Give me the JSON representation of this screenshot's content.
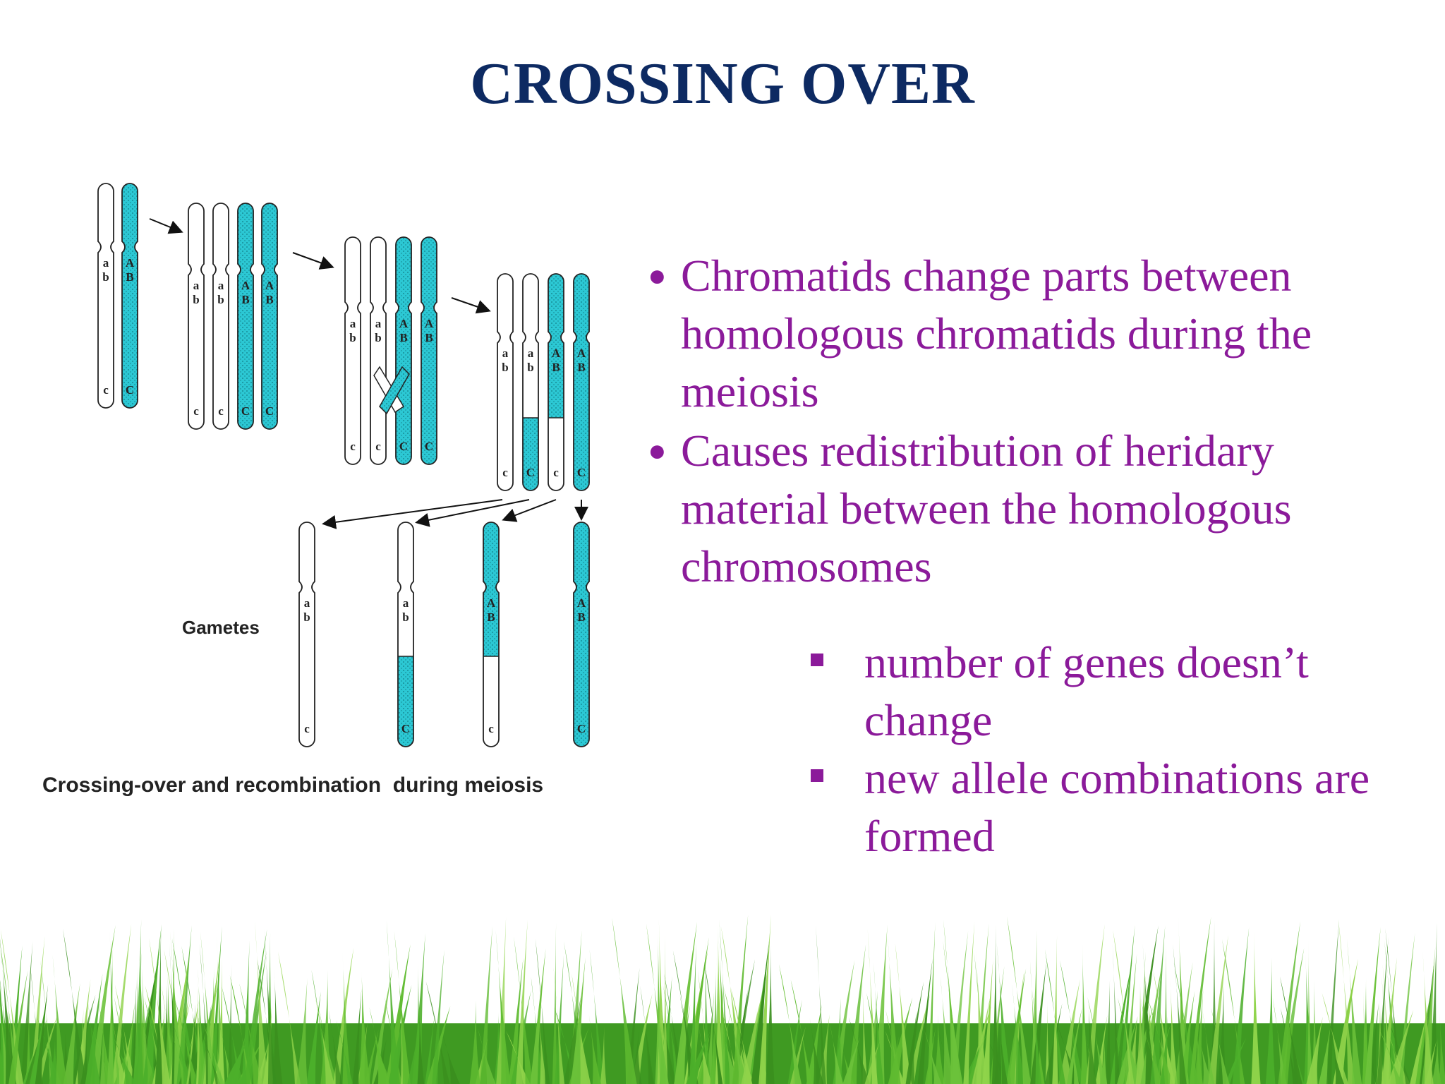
{
  "slide": {
    "title": "CROSSING OVER",
    "bullets": [
      "Chromatids change parts  between homologous chromatids  during the meiosis",
      "Causes redistribution of heridary material between the homologous chromosomes"
    ],
    "sub_bullets": [
      "number of genes doesn’t change",
      "new allele combinations are formed"
    ]
  },
  "diagram": {
    "caption": "Crossing-over and recombination  during meiosis",
    "gametes_label": "Gametes",
    "gene_labels": {
      "white_upper": [
        "a",
        "b"
      ],
      "white_lower": "c",
      "blue_upper": [
        "A",
        "B"
      ],
      "blue_lower": "C"
    }
  },
  "colors": {
    "title": "#0d2a62",
    "text": "#8b1a9a",
    "chromatid_blue": "#2cc8d4",
    "chromatid_white": "#ffffff",
    "grass": "#4caf2a"
  }
}
